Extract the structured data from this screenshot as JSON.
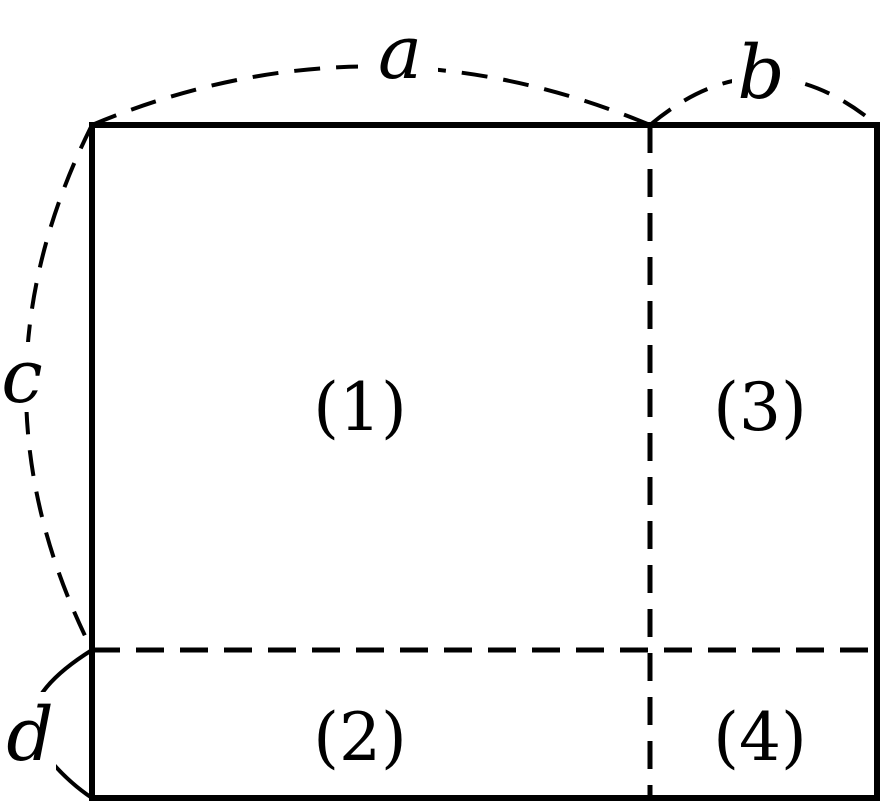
{
  "dimension_labels": {
    "a": "a",
    "b": "b",
    "c": "c",
    "d": "d"
  },
  "regions": [
    {
      "id": "1",
      "label": "(1)"
    },
    {
      "id": "2",
      "label": "(2)"
    },
    {
      "id": "3",
      "label": "(3)"
    },
    {
      "id": "4",
      "label": "(4)"
    }
  ]
}
